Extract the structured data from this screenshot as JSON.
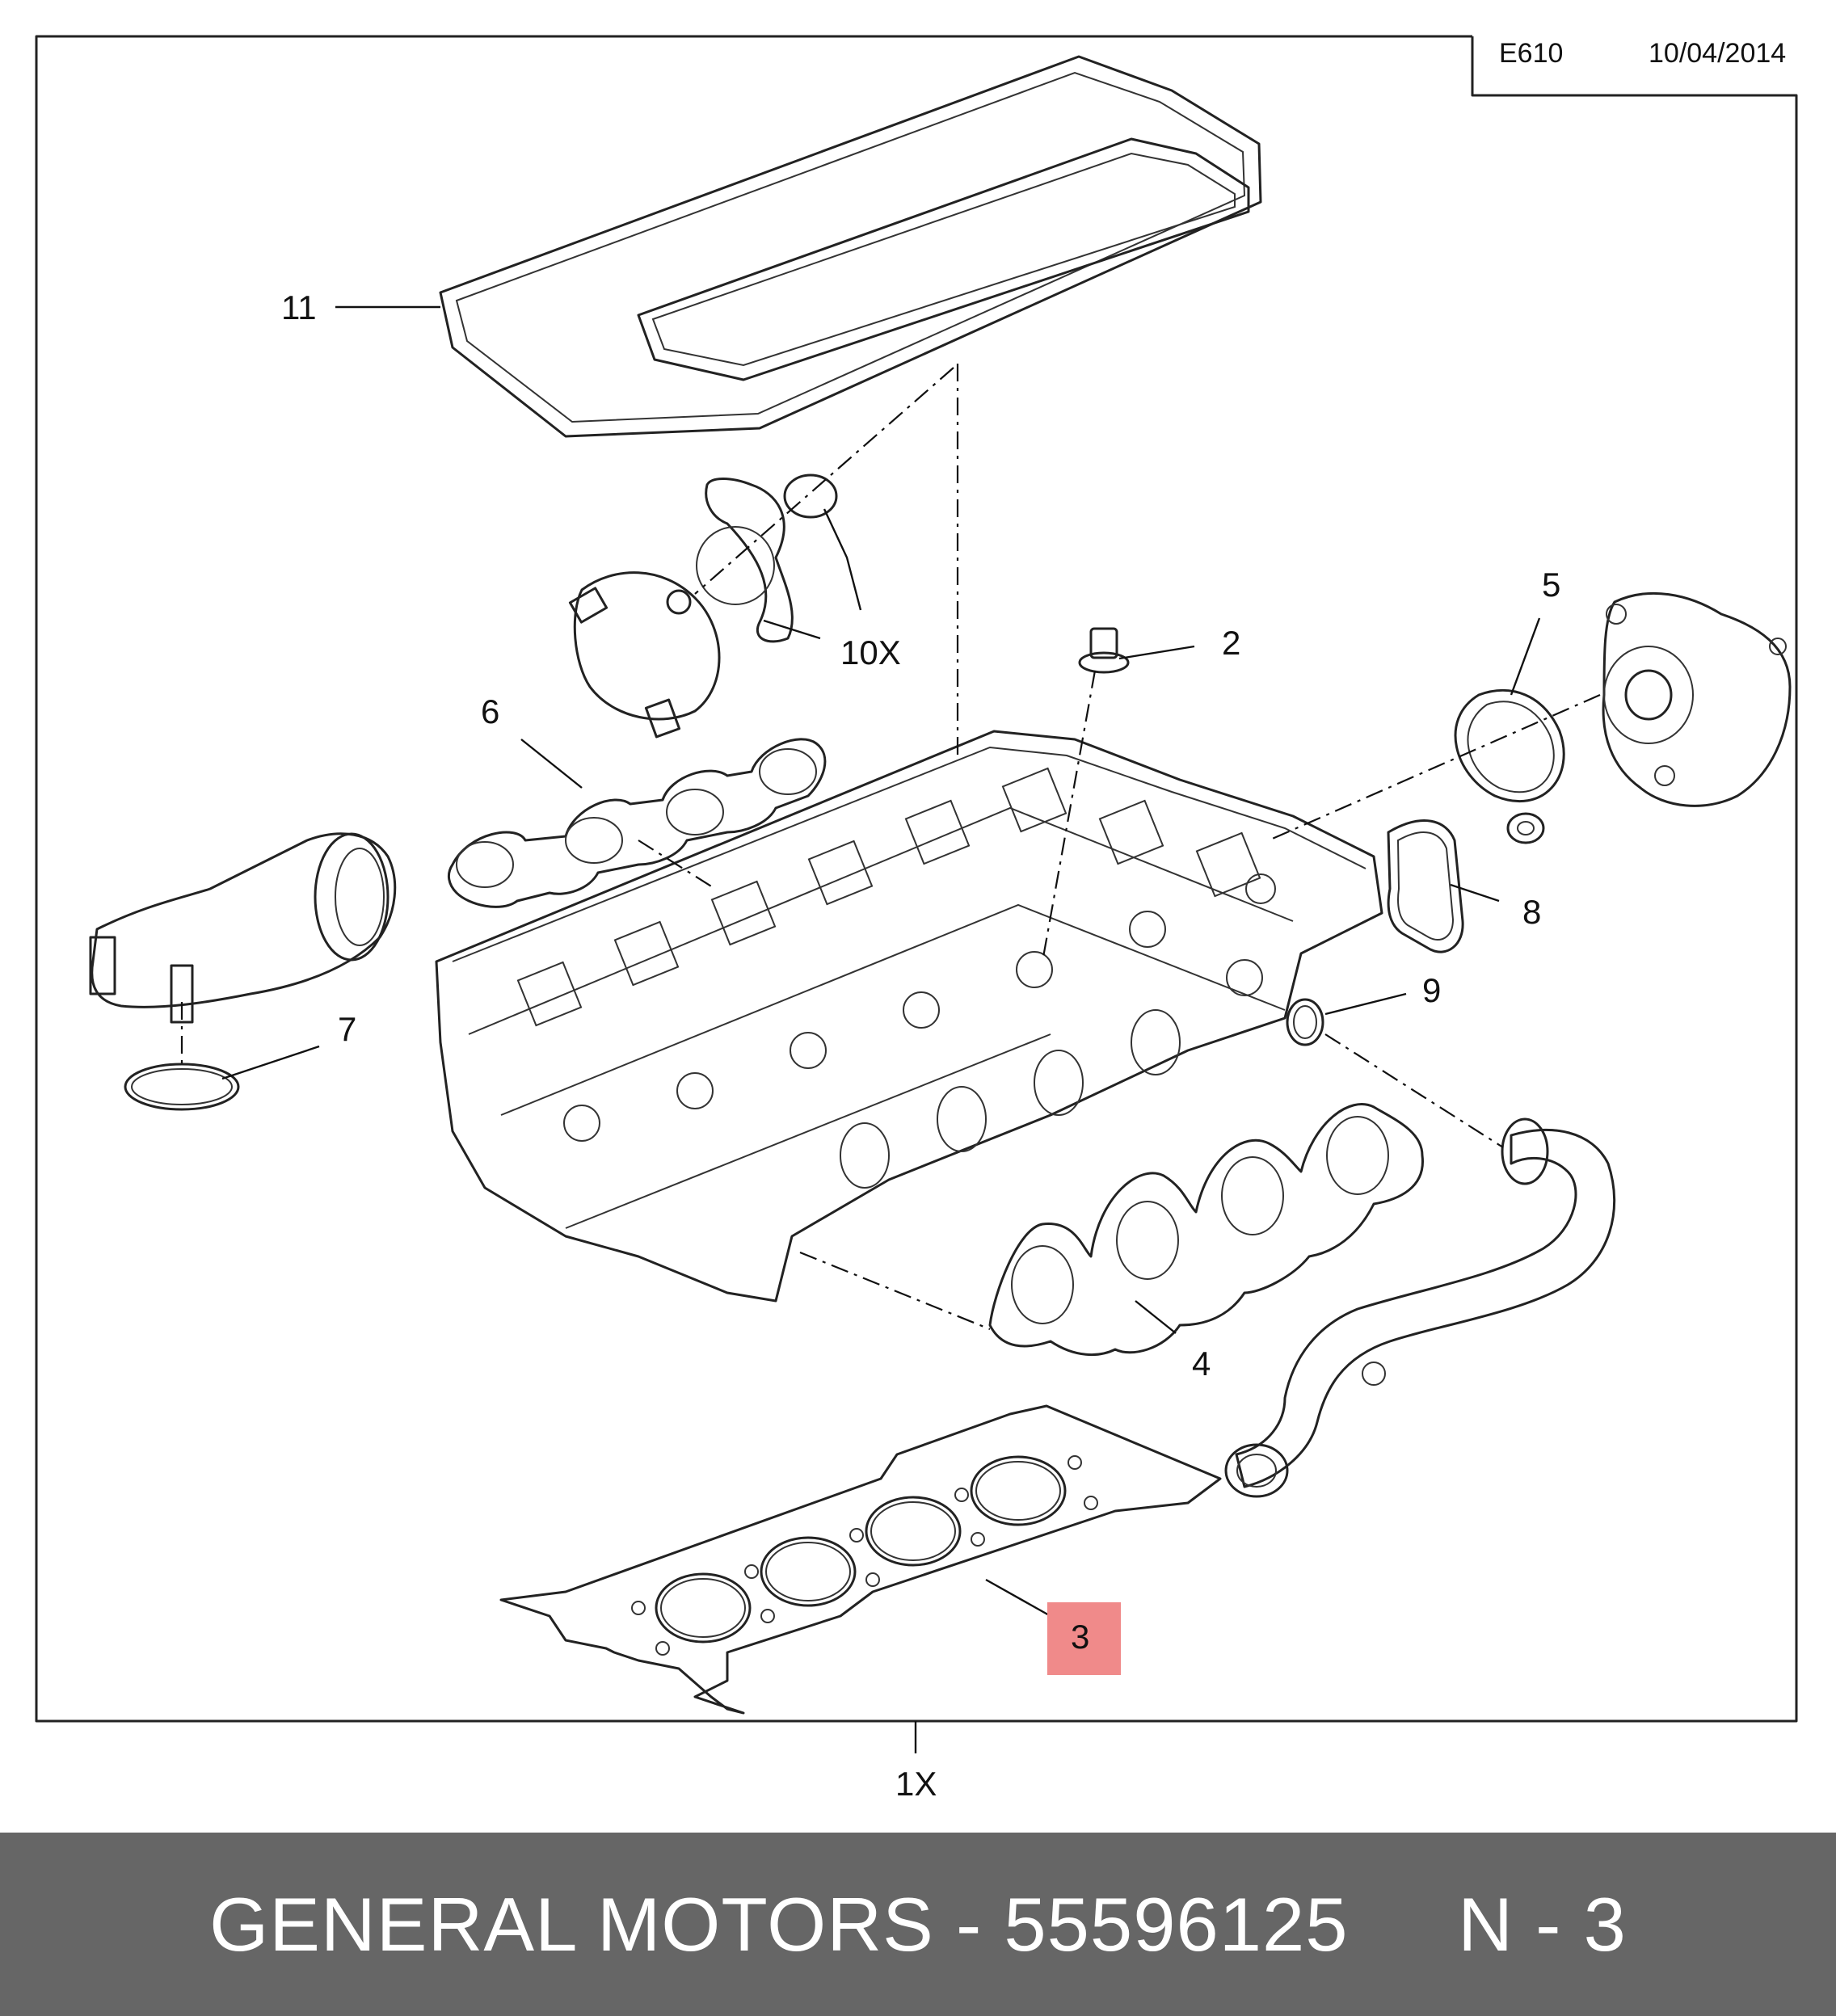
{
  "header": {
    "code": "E610",
    "date": "10/04/2014"
  },
  "callouts": {
    "c11": "11",
    "c10x": "10X",
    "c2": "2",
    "c5": "5",
    "c6": "6",
    "c7": "7",
    "c8": "8",
    "c9": "9",
    "c4": "4",
    "c3": "3",
    "c1x": "1X"
  },
  "highlight": {
    "part": "3",
    "color": "#f08a8a"
  },
  "footer": {
    "text": "GENERAL MOTORS - 55596125     N - 3",
    "background": "#666666"
  }
}
